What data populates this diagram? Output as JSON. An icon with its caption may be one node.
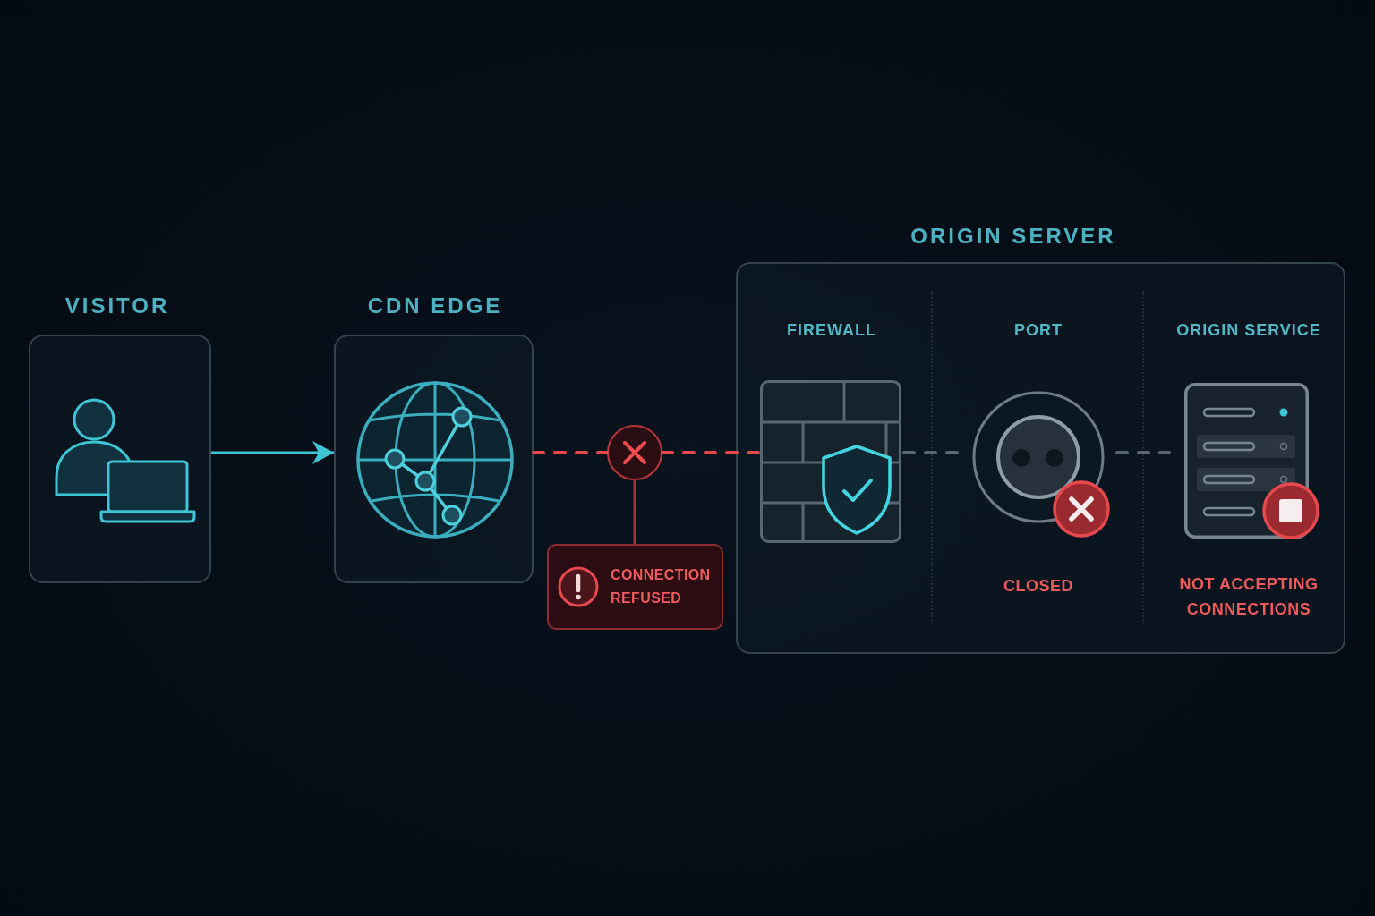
{
  "diagram": {
    "nodes": [
      {
        "text": [
          "VISITOR"
        ]
      },
      {
        "text": [
          "CDN EDGE"
        ]
      },
      {
        "text": [],
        "shape": "circle"
      },
      {
        "text": [
          "CONNECTION REFUSED"
        ]
      },
      {
        "text": [
          "ORIGIN SERVER"
        ]
      },
      {
        "text": [
          "FIREWALL"
        ],
        "in": 4
      },
      {
        "text": [
          "PORT",
          "CLOSED"
        ],
        "in": 4
      },
      {
        "text": [
          "ORIGIN SERVICE",
          "NOT ACCEPTING CONNECTIONS"
        ],
        "in": 4
      }
    ],
    "edges": [
      {
        "from": 0,
        "to": 1,
        "arrow": "to",
        "color": "#3ec6d6"
      },
      {
        "from": 1,
        "to": 2,
        "arrow": "none",
        "style": "dashed",
        "color": "#e5484d"
      },
      {
        "from": 2,
        "to": 5,
        "arrow": "none",
        "style": "dashed",
        "color": "#e5484d"
      },
      {
        "from": 2,
        "to": 3,
        "arrow": "none",
        "color": "#a53339"
      },
      {
        "from": 5,
        "to": 6,
        "arrow": "none",
        "style": "dashed",
        "color": "#5b6771"
      },
      {
        "from": 6,
        "to": 7,
        "arrow": "none",
        "style": "dashed",
        "color": "#5b6771"
      }
    ]
  }
}
